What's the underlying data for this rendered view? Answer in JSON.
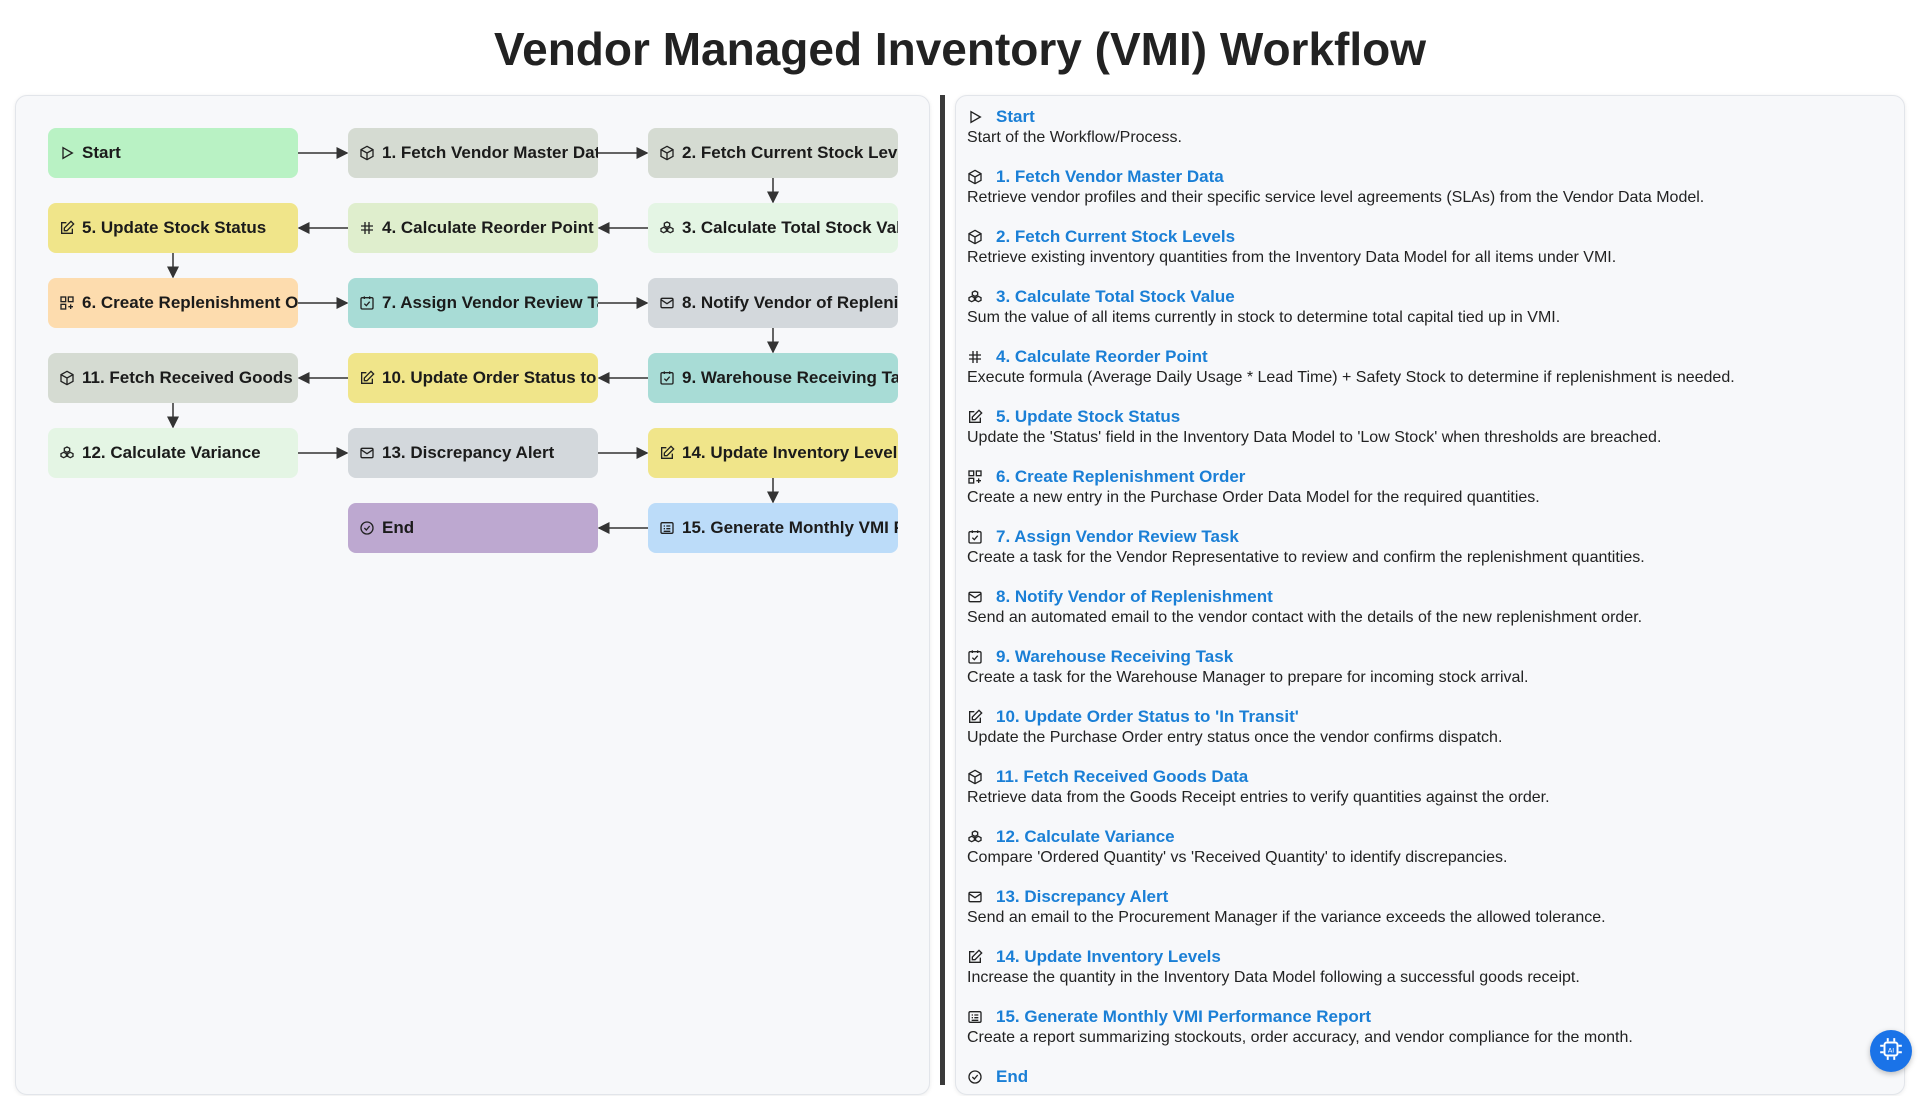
{
  "page_title": "Vendor Managed Inventory (VMI) Workflow",
  "flow_nodes": [
    {
      "label": "Start",
      "icon": "play-icon",
      "color": "#b9f2c4"
    },
    {
      "label": "1. Fetch Vendor Master Data",
      "icon": "cube-icon",
      "color": "#d5dbd2"
    },
    {
      "label": "2. Fetch Current Stock Levels",
      "icon": "cube-icon",
      "color": "#d5dbd2"
    },
    {
      "label": "3. Calculate Total Stock Value",
      "icon": "cubes-icon",
      "color": "#e4f5e4"
    },
    {
      "label": "4. Calculate Reorder Point",
      "icon": "hash-icon",
      "color": "#dfeecd"
    },
    {
      "label": "5. Update Stock Status",
      "icon": "edit-icon",
      "color": "#f0e58a"
    },
    {
      "label": "6. Create Replenishment Order",
      "icon": "grid-plus-icon",
      "color": "#fddcae"
    },
    {
      "label": "7. Assign Vendor Review Task",
      "icon": "checkbox-icon",
      "color": "#a8dcd6"
    },
    {
      "label": "8. Notify Vendor of Replenishment",
      "icon": "mail-icon",
      "color": "#d3d8dc"
    },
    {
      "label": "9. Warehouse Receiving Task",
      "icon": "checkbox-icon",
      "color": "#a8dcd6"
    },
    {
      "label": "10. Update Order Status to 'In Transit'",
      "icon": "edit-icon",
      "color": "#f0e58a"
    },
    {
      "label": "11. Fetch Received Goods Data",
      "icon": "cube-icon",
      "color": "#d5dbd2"
    },
    {
      "label": "12. Calculate Variance",
      "icon": "cubes-icon",
      "color": "#e4f5e4"
    },
    {
      "label": "13. Discrepancy Alert",
      "icon": "mail-icon",
      "color": "#d3d8dc"
    },
    {
      "label": "14. Update Inventory Levels",
      "icon": "edit-icon",
      "color": "#f0e58a"
    },
    {
      "label": "15. Generate Monthly VMI Performance Report",
      "icon": "report-icon",
      "color": "#bcdcf9"
    },
    {
      "label": "End",
      "icon": "check-circle-icon",
      "color": "#bda8d0"
    }
  ],
  "steps": [
    {
      "title": "Start",
      "icon": "play-icon",
      "desc": "Start of the Workflow/Process."
    },
    {
      "title": "1. Fetch Vendor Master Data",
      "icon": "cube-icon",
      "desc": "Retrieve vendor profiles and their specific service level agreements (SLAs) from the Vendor Data Model."
    },
    {
      "title": "2. Fetch Current Stock Levels",
      "icon": "cube-icon",
      "desc": "Retrieve existing inventory quantities from the Inventory Data Model for all items under VMI."
    },
    {
      "title": "3. Calculate Total Stock Value",
      "icon": "cubes-icon",
      "desc": "Sum the value of all items currently in stock to determine total capital tied up in VMI."
    },
    {
      "title": "4. Calculate Reorder Point",
      "icon": "hash-icon",
      "desc": "Execute formula (Average Daily Usage * Lead Time) + Safety Stock to determine if replenishment is needed."
    },
    {
      "title": "5. Update Stock Status",
      "icon": "edit-icon",
      "desc": "Update the 'Status' field in the Inventory Data Model to 'Low Stock' when thresholds are breached."
    },
    {
      "title": "6. Create Replenishment Order",
      "icon": "grid-plus-icon",
      "desc": "Create a new entry in the Purchase Order Data Model for the required quantities."
    },
    {
      "title": "7. Assign Vendor Review Task",
      "icon": "checkbox-icon",
      "desc": "Create a task for the Vendor Representative to review and confirm the replenishment quantities."
    },
    {
      "title": "8. Notify Vendor of Replenishment",
      "icon": "mail-icon",
      "desc": "Send an automated email to the vendor contact with the details of the new replenishment order."
    },
    {
      "title": "9. Warehouse Receiving Task",
      "icon": "checkbox-icon",
      "desc": "Create a task for the Warehouse Manager to prepare for incoming stock arrival."
    },
    {
      "title": "10. Update Order Status to 'In Transit'",
      "icon": "edit-icon",
      "desc": "Update the Purchase Order entry status once the vendor confirms dispatch."
    },
    {
      "title": "11. Fetch Received Goods Data",
      "icon": "cube-icon",
      "desc": "Retrieve data from the Goods Receipt entries to verify quantities against the order."
    },
    {
      "title": "12. Calculate Variance",
      "icon": "cubes-icon",
      "desc": "Compare 'Ordered Quantity' vs 'Received Quantity' to identify discrepancies."
    },
    {
      "title": "13. Discrepancy Alert",
      "icon": "mail-icon",
      "desc": "Send an email to the Procurement Manager if the variance exceeds the allowed tolerance."
    },
    {
      "title": "14. Update Inventory Levels",
      "icon": "edit-icon",
      "desc": "Increase the quantity in the Inventory Data Model following a successful goods receipt."
    },
    {
      "title": "15. Generate Monthly VMI Performance Report",
      "icon": "report-icon",
      "desc": "Create a report summarizing stockouts, order accuracy, and vendor compliance for the month."
    },
    {
      "title": "End",
      "icon": "check-circle-icon",
      "desc": ""
    }
  ],
  "fab_icon": "ai-chip-icon"
}
